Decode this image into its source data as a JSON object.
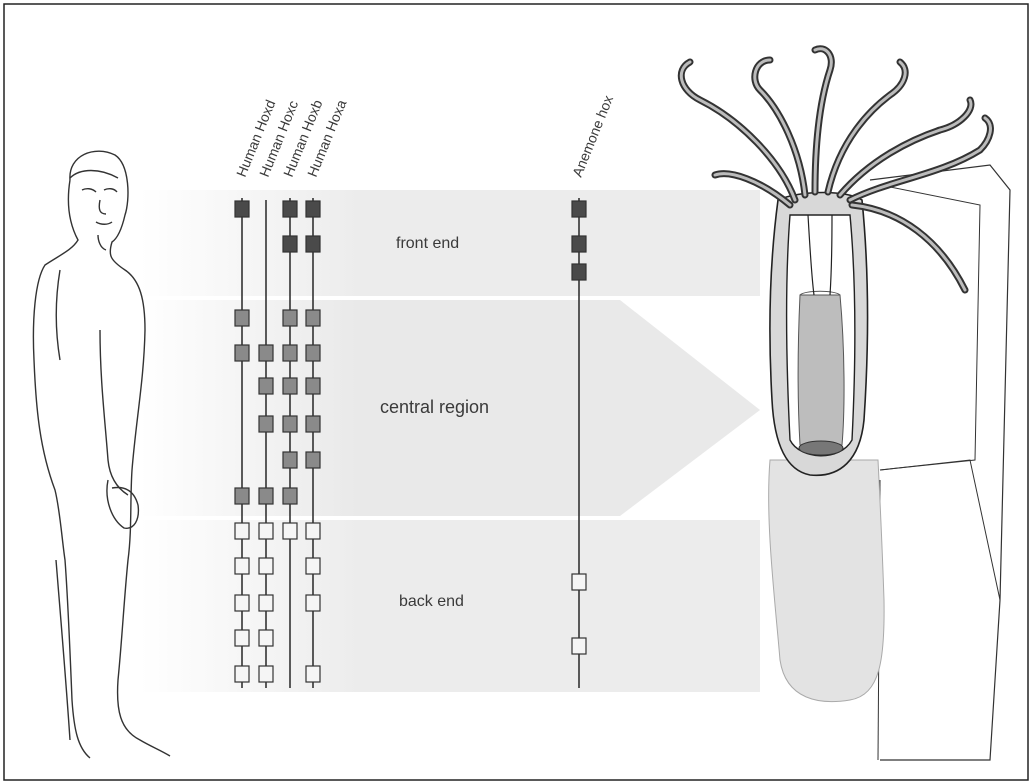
{
  "column_labels": {
    "hoxd": "Human Hoxd",
    "hoxc": "Human Hoxc",
    "hoxb": "Human Hoxb",
    "hoxa": "Human Hoxa",
    "anemone": "Anemone hox"
  },
  "region_labels": {
    "front": "front end",
    "central": "central region",
    "back": "back end"
  },
  "gene_clusters": [
    {
      "key": "hoxd",
      "genes": [
        "front",
        "none",
        "central",
        "central",
        "none",
        "none",
        "none",
        "central",
        "back",
        "back",
        "back",
        "back",
        "back"
      ]
    },
    {
      "key": "hoxc",
      "genes": [
        "none",
        "none",
        "none",
        "central",
        "central",
        "central",
        "none",
        "central",
        "back",
        "back",
        "back",
        "back",
        "back"
      ]
    },
    {
      "key": "hoxb",
      "genes": [
        "front",
        "front",
        "central",
        "central",
        "central",
        "central",
        "central",
        "central",
        "back",
        "none",
        "none",
        "none",
        "none"
      ]
    },
    {
      "key": "hoxa",
      "genes": [
        "front",
        "front",
        "central",
        "central",
        "central",
        "central",
        "central",
        "none",
        "back",
        "back",
        "back",
        "none",
        "back"
      ]
    },
    {
      "key": "anemone",
      "genes": [
        "front",
        "front",
        "front",
        "none",
        "none",
        "none",
        "none",
        "none",
        "none",
        "back",
        "none",
        "back",
        "none"
      ]
    }
  ],
  "colors": {
    "front_box": "#4a4a4a",
    "central_box": "#8a8a8a",
    "back_box": "#f5f5f5",
    "band": "#e6e6e6",
    "line": "#333333"
  }
}
